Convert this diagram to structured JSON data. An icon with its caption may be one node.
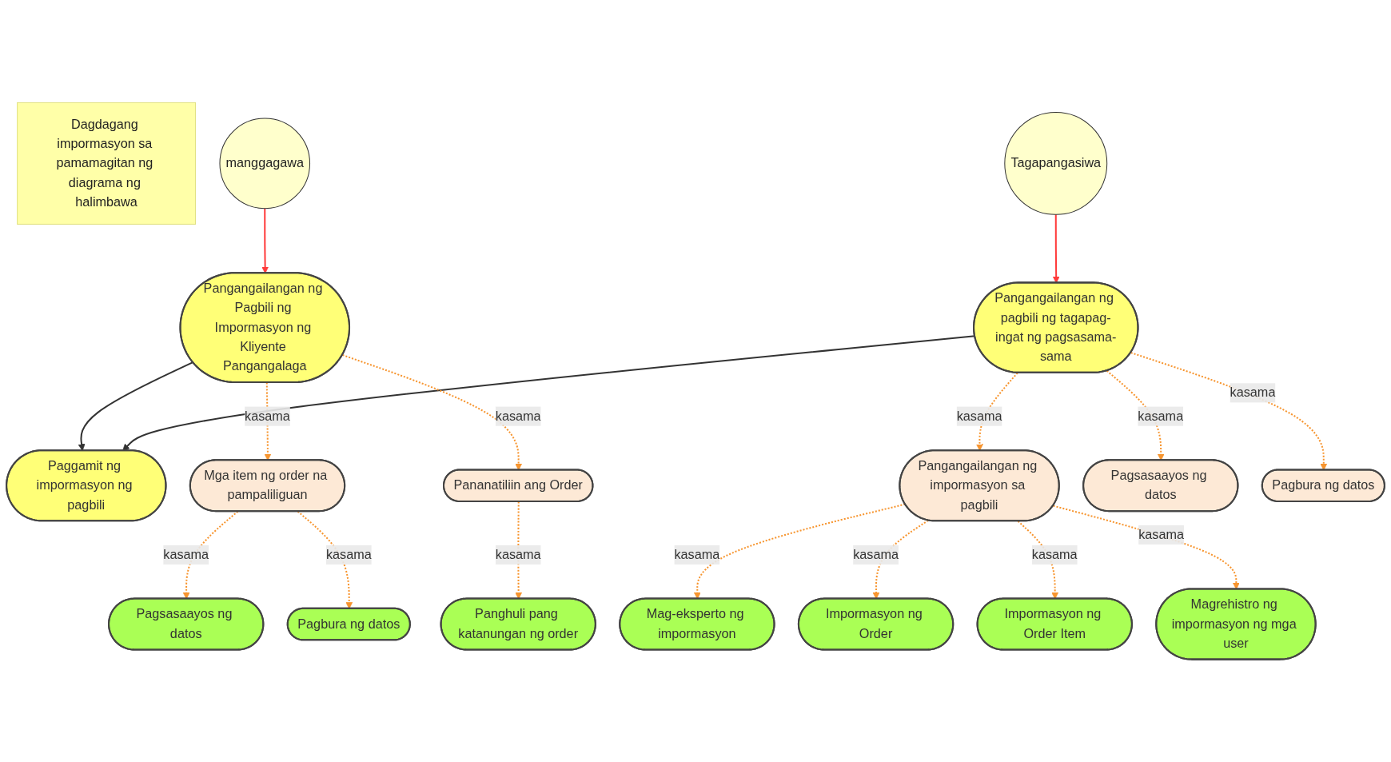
{
  "diagram": {
    "nodes": [
      {
        "text": [
          "Dagdagang impormasyon sa pamamagitan ng diagrama ng halimbawa"
        ]
      },
      {
        "text": [
          "manggagawa"
        ]
      },
      {
        "text": [
          "Tagapangasiwa"
        ]
      },
      {
        "text": [
          "Paggamit ng impormasyon ng pagbili"
        ]
      },
      {
        "text": [
          "Pangangailangan ng Pagbili ng Impormasyon ng Kliyente Pangangalaga"
        ]
      },
      {
        "text": [
          "Pangangailangan ng pagbili ng tagapag-ingat ng pagsasama-sama"
        ]
      },
      {
        "text": [
          "Mga item ng order na pampaliliguan"
        ]
      },
      {
        "text": [
          "Pananatiliin ang Order"
        ]
      },
      {
        "text": [
          "Pangangailangan ng impormasyon sa pagbili"
        ]
      },
      {
        "text": [
          "Pagsasaayos ng datos"
        ]
      },
      {
        "text": [
          "Pagbura ng datos"
        ]
      },
      {
        "text": [
          "Pagsasaayos ng datos"
        ]
      },
      {
        "text": [
          "Pagbura ng datos"
        ]
      },
      {
        "text": [
          "Panghuli pang katanungan ng order"
        ]
      },
      {
        "text": [
          "Mag-eksperto ng impormasyon"
        ]
      },
      {
        "text": [
          "Impormasyon ng Order"
        ]
      },
      {
        "text": [
          "Impormasyon ng Order Item"
        ]
      },
      {
        "text": [
          "Magrehistro ng impormasyon ng mga user"
        ]
      }
    ],
    "edges": [
      {
        "from": 1,
        "to": 4,
        "arrow": "to",
        "color": "#ff3b3b"
      },
      {
        "from": 2,
        "to": 5,
        "arrow": "to",
        "color": "#ff3b3b"
      },
      {
        "from": 4,
        "to": 3,
        "arrow": "to",
        "color": "#333333"
      },
      {
        "from": 5,
        "to": 3,
        "arrow": "to",
        "color": "#333333"
      },
      {
        "from": 4,
        "to": 6,
        "arrow": "to",
        "label": "kasama",
        "style": "dashed"
      },
      {
        "from": 4,
        "to": 7,
        "arrow": "to",
        "label": "kasama",
        "style": "dashed"
      },
      {
        "from": 5,
        "to": 8,
        "arrow": "to",
        "label": "kasama",
        "style": "dashed"
      },
      {
        "from": 5,
        "to": 9,
        "arrow": "to",
        "label": "kasama",
        "style": "dashed"
      },
      {
        "from": 5,
        "to": 10,
        "arrow": "to",
        "label": "kasama",
        "style": "dashed"
      },
      {
        "from": 6,
        "to": 11,
        "arrow": "to",
        "label": "kasama",
        "style": "dashed"
      },
      {
        "from": 6,
        "to": 12,
        "arrow": "to",
        "label": "kasama",
        "style": "dashed"
      },
      {
        "from": 7,
        "to": 13,
        "arrow": "to",
        "label": "kasama",
        "style": "dashed"
      },
      {
        "from": 8,
        "to": 14,
        "arrow": "to",
        "label": "kasama",
        "style": "dashed"
      },
      {
        "from": 8,
        "to": 15,
        "arrow": "to",
        "label": "kasama",
        "style": "dashed"
      },
      {
        "from": 8,
        "to": 16,
        "arrow": "to",
        "label": "kasama",
        "style": "dashed"
      },
      {
        "from": 8,
        "to": 17,
        "arrow": "to",
        "label": "kasama",
        "style": "dashed"
      }
    ]
  }
}
